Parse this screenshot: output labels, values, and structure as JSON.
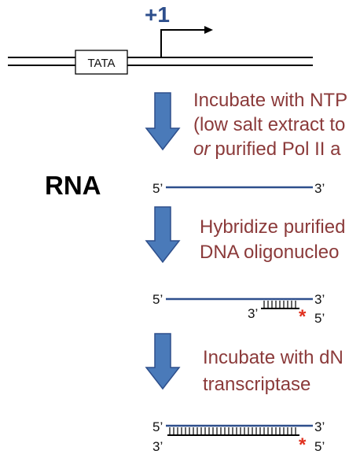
{
  "colors": {
    "strand": "#2e4f8c",
    "arrow_fill": "#4a7ab9",
    "arrow_stroke": "#2e4f8c",
    "step_text": "#8b3a3a",
    "asterisk": "#e0301e",
    "dna_line": "#000000"
  },
  "promoter": {
    "tss_label": "+1",
    "tata_label": "TATA"
  },
  "rna_label": "RNA",
  "steps": [
    {
      "lines": [
        "Incubate with NTP",
        "(low salt extract to",
        "purified Pol II a"
      ],
      "line3_prefix": "or"
    },
    {
      "lines": [
        "Hybridize purified",
        "DNA oligonucleo"
      ]
    },
    {
      "lines": [
        "Incubate with dN",
        "transcriptase"
      ]
    }
  ],
  "labels": {
    "five_prime": "5’",
    "three_prime": "3’",
    "asterisk": "*"
  }
}
